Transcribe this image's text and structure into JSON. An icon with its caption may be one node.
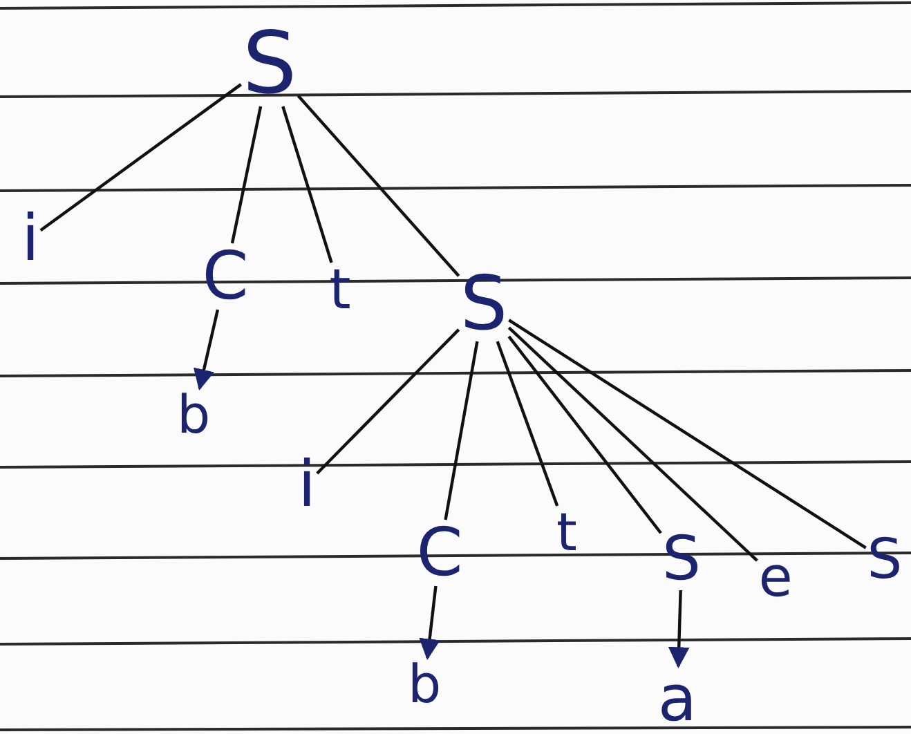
{
  "diagram": {
    "nodes": [
      {
        "text": [
          "S"
        ]
      },
      {
        "text": [
          "i"
        ]
      },
      {
        "text": [
          "C"
        ]
      },
      {
        "text": [
          "b"
        ]
      },
      {
        "text": [
          "t"
        ]
      },
      {
        "text": [
          "S"
        ]
      },
      {
        "text": [
          "i"
        ]
      },
      {
        "text": [
          "C"
        ]
      },
      {
        "text": [
          "b"
        ]
      },
      {
        "text": [
          "t"
        ]
      },
      {
        "text": [
          "S"
        ]
      },
      {
        "text": [
          "a"
        ]
      },
      {
        "text": [
          "e"
        ]
      },
      {
        "text": [
          "S"
        ]
      }
    ],
    "edges": [
      {
        "from": 0,
        "to": 1,
        "arrow": "none"
      },
      {
        "from": 0,
        "to": 2,
        "arrow": "none"
      },
      {
        "from": 0,
        "to": 4,
        "arrow": "none"
      },
      {
        "from": 0,
        "to": 5,
        "arrow": "none"
      },
      {
        "from": 2,
        "to": 3,
        "arrow": "to"
      },
      {
        "from": 5,
        "to": 6,
        "arrow": "none"
      },
      {
        "from": 5,
        "to": 7,
        "arrow": "none"
      },
      {
        "from": 5,
        "to": 9,
        "arrow": "none"
      },
      {
        "from": 5,
        "to": 10,
        "arrow": "none"
      },
      {
        "from": 5,
        "to": 12,
        "arrow": "none"
      },
      {
        "from": 5,
        "to": 13,
        "arrow": "none"
      },
      {
        "from": 7,
        "to": 8,
        "arrow": "to"
      },
      {
        "from": 10,
        "to": 11,
        "arrow": "to"
      }
    ]
  }
}
